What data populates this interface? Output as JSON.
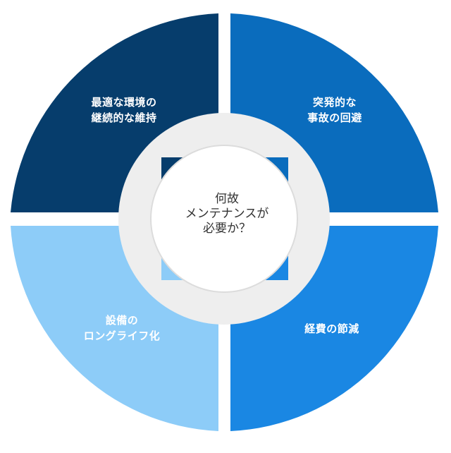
{
  "diagram": {
    "center": {
      "lines": [
        "何故",
        "メンテナンスが",
        "必要か？"
      ]
    },
    "quadrants": {
      "top_left": {
        "lines": [
          "最適な環境の",
          "継続的な維持"
        ],
        "color": "#063d6c"
      },
      "top_right": {
        "lines": [
          "突発的な",
          "事故の回避"
        ],
        "color": "#0a6cbd"
      },
      "bottom_right": {
        "lines": [
          "経費の節減"
        ],
        "color": "#1a87e3"
      },
      "bottom_left": {
        "lines": [
          "設備の",
          "ロングライフ化"
        ],
        "color": "#8dccf8"
      }
    }
  }
}
